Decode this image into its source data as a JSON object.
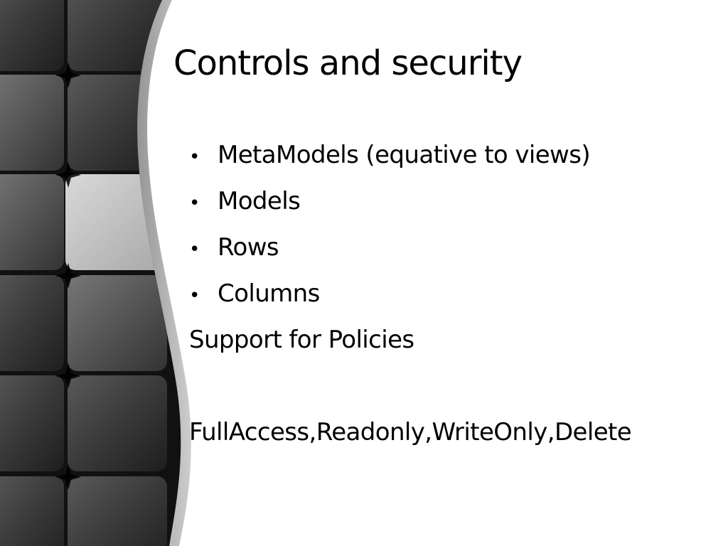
{
  "slide": {
    "title": "Controls and security",
    "bullets": [
      {
        "label": "MetaModels (equative to views)"
      },
      {
        "label": "Models"
      },
      {
        "label": "Rows"
      },
      {
        "label": "Columns"
      }
    ],
    "support_text": "Support for Policies",
    "policies_text": "FullAccess,Readonly,WriteOnly,Delete",
    "bullet_glyph": "•"
  },
  "theme": {
    "background": "#ffffff",
    "panel_tile_color": "#2a2a2a",
    "panel_highlight_tile": "#bdbdbd",
    "text_color": "#000000"
  }
}
